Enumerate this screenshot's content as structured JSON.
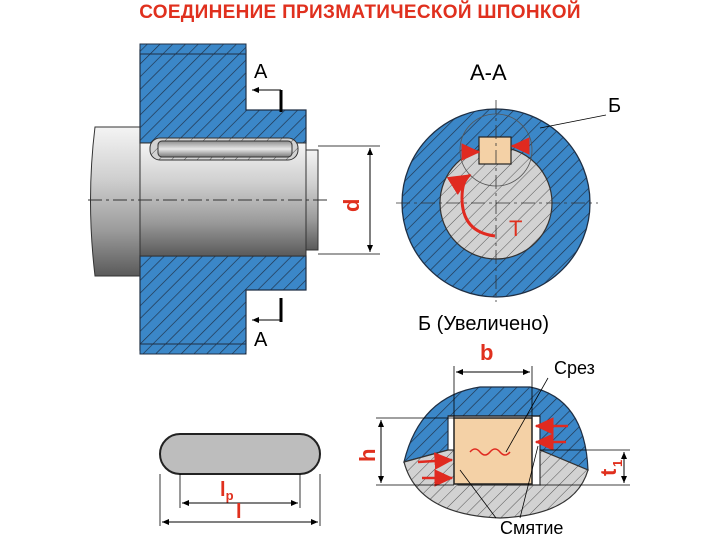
{
  "title": "СОЕДИНЕНИЕ ПРИЗМАТИЧЕСКОЙ ШПОНКОЙ",
  "labels": {
    "section_mark_top": "А",
    "section_mark_bottom": "А",
    "dimension_d": "d",
    "section_title": "А-А",
    "detail_mark": "Б",
    "torque": "T",
    "detail_caption": "Б (Увеличено)",
    "dimension_b": "b",
    "shear": "Срез",
    "dimension_h": "h",
    "dimension_t1": "t",
    "dimension_t1_sub": "1",
    "crushing": "Смятие",
    "dimension_lp": "l",
    "dimension_lp_sub": "р",
    "dimension_l": "l"
  },
  "colors": {
    "title_red": "#e0301e",
    "hub_blue": "#3b87c8",
    "key_tan": "#f4d1a6",
    "shaft_gray": "#bdbdbd",
    "hatch": "#1f2f44",
    "arrow_red": "#e02a20"
  }
}
